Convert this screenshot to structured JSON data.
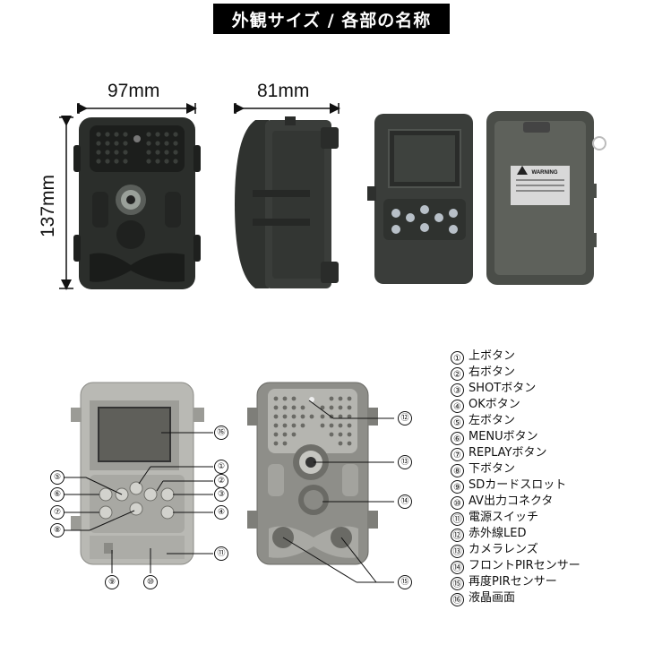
{
  "title": "外観サイズ / 各部の名称",
  "dimensions": {
    "width": "97mm",
    "depth": "81mm",
    "height": "137mm"
  },
  "legend": [
    {
      "num": "①",
      "label": "上ボタン"
    },
    {
      "num": "②",
      "label": "右ボタン"
    },
    {
      "num": "③",
      "label": "SHOTボタン"
    },
    {
      "num": "④",
      "label": "OKボタン"
    },
    {
      "num": "⑤",
      "label": "左ボタン"
    },
    {
      "num": "⑥",
      "label": "MENUボタン"
    },
    {
      "num": "⑦",
      "label": "REPLAYボタン"
    },
    {
      "num": "⑧",
      "label": "下ボタン"
    },
    {
      "num": "⑨",
      "label": "SDカードスロット"
    },
    {
      "num": "⑩",
      "label": "AV出力コネクタ"
    },
    {
      "num": "⑪",
      "label": "電源スイッチ"
    },
    {
      "num": "⑫",
      "label": "赤外線LED"
    },
    {
      "num": "⑬",
      "label": "カメラレンズ"
    },
    {
      "num": "⑭",
      "label": "フロントPIRセンサー"
    },
    {
      "num": "⑮",
      "label": "再度PIRセンサー"
    },
    {
      "num": "⑯",
      "label": "液晶画面"
    }
  ],
  "warning_label": "WARNING",
  "colors": {
    "camera_dark": "#2b2e2b",
    "diagram_gray": "#b9b9b4",
    "diagram_dark": "#7e7e79"
  }
}
